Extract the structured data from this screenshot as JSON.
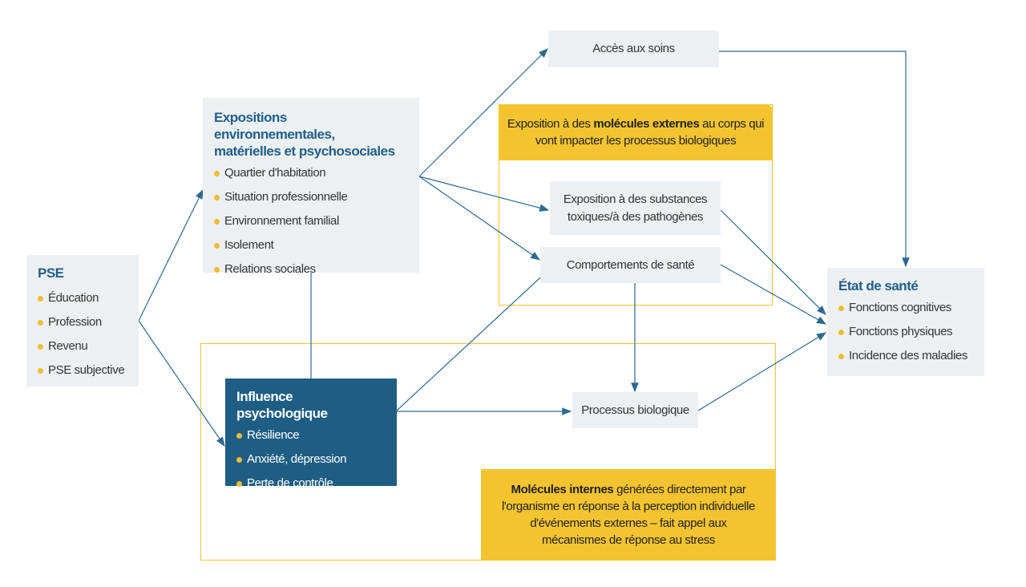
{
  "pse": {
    "title": "PSE",
    "items": [
      "Éducation",
      "Profession",
      "Revenu",
      "PSE subjective"
    ]
  },
  "expositions": {
    "title_line1": "Expositions environnementales,",
    "title_line2": "matérielles et psychosociales",
    "items": [
      "Quartier d'habitation",
      "Situation professionnelle",
      "Environnement familial",
      "Isolement",
      "Relations sociales"
    ]
  },
  "acces": "Accès aux soins",
  "externes": {
    "pre": "Exposition à des ",
    "bold": "molécules externes",
    "post": " au corps qui vont impacter les processus biologiques"
  },
  "substances": "Exposition à des substances toxiques/à des pathogènes",
  "comportements": "Comportements de santé",
  "influence": {
    "title": "Influence psychologique",
    "items": [
      "Résilience",
      "Anxiété, dépression",
      "Perte de contrôle"
    ]
  },
  "processus": "Processus biologique",
  "internes": {
    "bold": "Molécules internes",
    "post": " générées directement par l'organisme en réponse à la perception individuelle d'événements externes – fait appel aux mécanismes de réponse au stress"
  },
  "etat": {
    "title": "État de santé",
    "items": [
      "Fonctions cognitives",
      "Fonctions physiques",
      "Incidence des maladies"
    ]
  },
  "colors": {
    "blue": "#1f5f88",
    "dark_blue": "#1e5d84",
    "yellow": "#f4c430",
    "arrow": "#2b6a92",
    "box": "#edf0f3"
  }
}
